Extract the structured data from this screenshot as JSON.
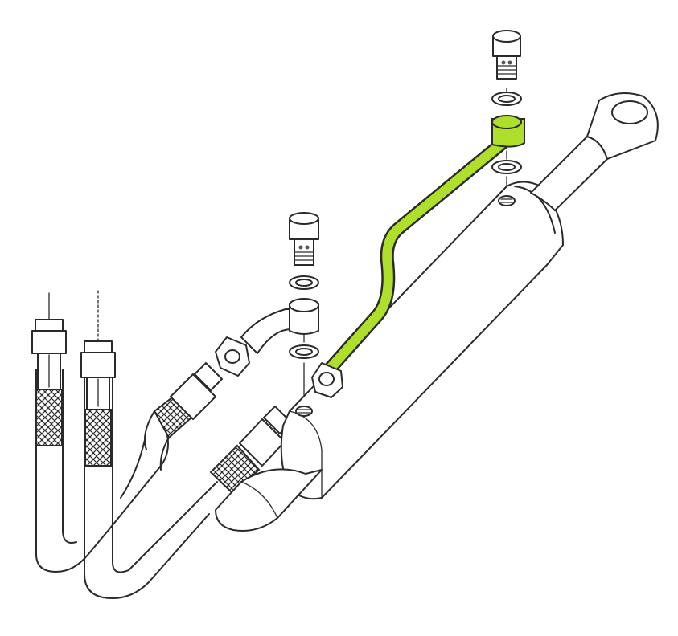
{
  "diagram": {
    "type": "exploded-parts-illustration",
    "highlight_color": "#aee02b",
    "line_color": "#2a2a2a",
    "background": "#ffffff",
    "parts": [
      "hydraulic-cylinder",
      "piston-rod-eye",
      "highlighted-rigid-pipe",
      "banjo-bolt-upper",
      "banjo-bolt-lower",
      "sealing-washer-set",
      "banjo-fitting",
      "pipe-nut",
      "braided-hose-1",
      "braided-hose-2",
      "hose-end-fitting-1",
      "hose-end-fitting-2"
    ]
  }
}
